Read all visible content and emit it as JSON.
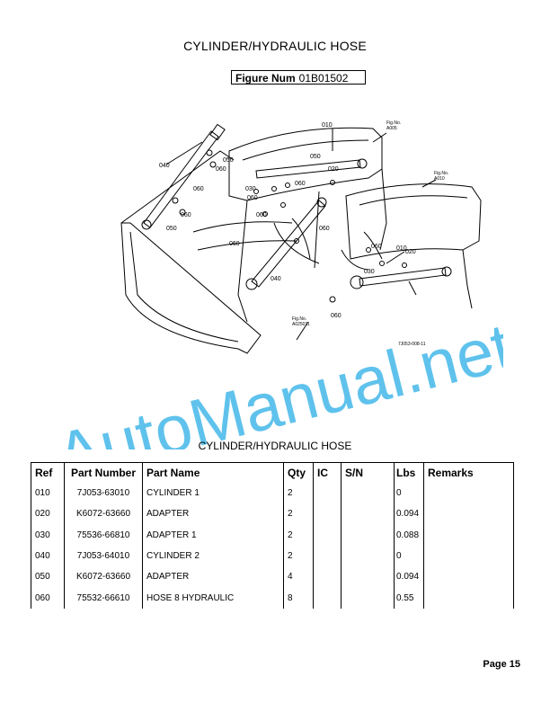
{
  "page_title": "CYLINDER/HYDRAULIC HOSE",
  "figure": {
    "label": "Figure Num",
    "value": "01B01502"
  },
  "diagram": {
    "callouts": [
      "010",
      "010",
      "020",
      "020",
      "030",
      "030",
      "040",
      "040",
      "050",
      "050",
      "050",
      "060",
      "060",
      "060",
      "060",
      "060",
      "060",
      "060",
      "060",
      "060",
      "060"
    ],
    "fig_refs": [
      "Fig.No.\nA005",
      "Fig.No.\nA010",
      "Fig.No.\nA025011"
    ],
    "drawing_code": "7J053-008-11"
  },
  "watermark": "AutoManual.net",
  "table_title": "CYLINDER/HYDRAULIC HOSE",
  "table": {
    "headers": [
      "Ref",
      "Part Number",
      "Part Name",
      "Qty",
      "IC",
      "S/N",
      "Lbs",
      "Remarks"
    ],
    "rows": [
      {
        "ref": "010",
        "part_number": "7J053-63010",
        "part_name": "CYLINDER 1",
        "qty": "2",
        "ic": "",
        "sn": "",
        "lbs": "0",
        "remarks": ""
      },
      {
        "ref": "020",
        "part_number": "K6072-63660",
        "part_name": "ADAPTER",
        "qty": "2",
        "ic": "",
        "sn": "",
        "lbs": "0.094",
        "remarks": ""
      },
      {
        "ref": "030",
        "part_number": "75536-66810",
        "part_name": "ADAPTER 1",
        "qty": "2",
        "ic": "",
        "sn": "",
        "lbs": "0.088",
        "remarks": ""
      },
      {
        "ref": "040",
        "part_number": "7J053-64010",
        "part_name": "CYLINDER 2",
        "qty": "2",
        "ic": "",
        "sn": "",
        "lbs": "0",
        "remarks": ""
      },
      {
        "ref": "050",
        "part_number": "K6072-63660",
        "part_name": "ADAPTER",
        "qty": "4",
        "ic": "",
        "sn": "",
        "lbs": "0.094",
        "remarks": ""
      },
      {
        "ref": "060",
        "part_number": "75532-66610",
        "part_name": "HOSE 8 HYDRAULIC",
        "qty": "8",
        "ic": "",
        "sn": "",
        "lbs": "0.55",
        "remarks": ""
      }
    ]
  },
  "footer": {
    "page_label": "Page 15"
  }
}
